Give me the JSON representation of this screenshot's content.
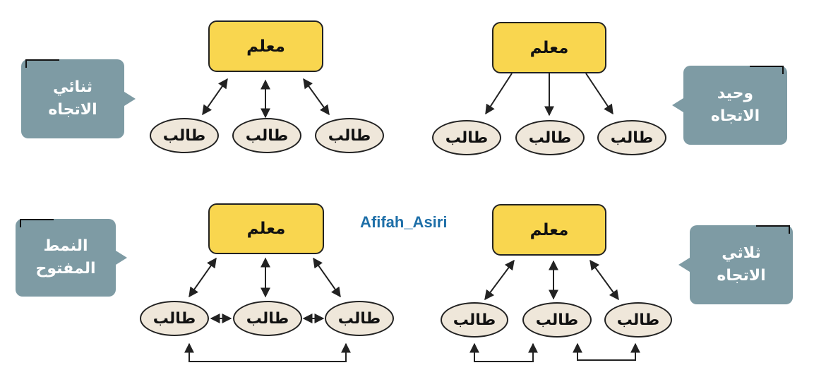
{
  "teacher_label": "معلم",
  "student_label": "طالب",
  "watermark": "Afifah_Asiri",
  "patterns": {
    "one_way": {
      "line1": "وحيد",
      "line2": "الاتجاه"
    },
    "two_way": {
      "line1": "ثنائي",
      "line2": "الاتجاه"
    },
    "three_way": {
      "line1": "ثلاثي",
      "line2": "الاتجاه"
    },
    "open": {
      "line1": "النمط",
      "line2": "المفتوح"
    }
  },
  "colors": {
    "teacher_fill": "#f9d64f",
    "student_fill": "#efe7da",
    "bubble_fill": "#7e9ba4"
  }
}
